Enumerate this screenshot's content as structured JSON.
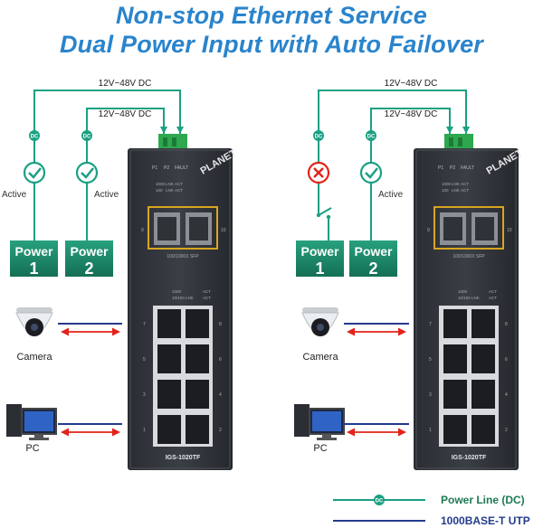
{
  "title_line1": "Non-stop Ethernet Service",
  "title_line2": "Dual Power Input with Auto Failover",
  "voltage_label": "12V~48V DC",
  "dc_badge": "DC",
  "active_label": "Active",
  "power_word": "Power",
  "power1_number": "1",
  "power2_number": "2",
  "camera_label": "Camera",
  "pc_label": "PC",
  "brand": "PLANET",
  "model": "IGS-1020TF",
  "terminal_labels": [
    "P1",
    "P2",
    "FAULT"
  ],
  "sfp_leds": [
    "1000",
    "LNK",
    "ACT",
    "100",
    "LNK",
    "ACT"
  ],
  "sfp_caption": "100/1000X SFP",
  "sfp_port_numbers": [
    "9",
    "10"
  ],
  "rj45_leds": [
    "1000",
    "ACT",
    "10/100 LNK",
    "ACT"
  ],
  "rj45_port_numbers": [
    "7",
    "8",
    "5",
    "6",
    "3",
    "4",
    "1",
    "2"
  ],
  "legend": {
    "power_line": "Power Line (DC)",
    "utp": "1000BASE-T UTP"
  },
  "colors": {
    "title": "#2a84cc",
    "power_line": "#1aa083",
    "power_box": "#1c8a6c",
    "utp_line": "#243b8c",
    "arrow": "#e2231a",
    "fail": "#e2231a"
  },
  "scenarios": [
    {
      "name": "left",
      "power1_status": "active",
      "power2_status": "active"
    },
    {
      "name": "right",
      "power1_status": "failed",
      "power2_status": "active"
    }
  ]
}
